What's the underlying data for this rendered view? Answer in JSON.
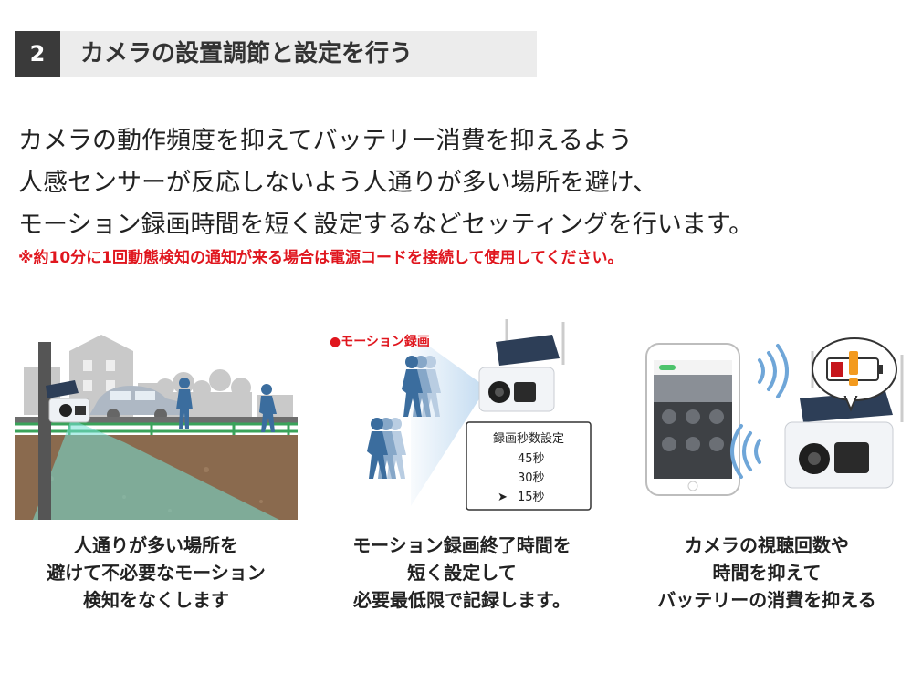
{
  "header": {
    "step_number": "2",
    "title": "カメラの設置調節と設定を行う"
  },
  "intro": {
    "lines": [
      "カメラの動作頻度を抑えてバッテリー消費を抑えるよう",
      "人感センサーが反応しないよう人通りが多い場所を避け、",
      "モーション録画時間を短く設定するなどセッティングを行います。"
    ],
    "note": "※約10分に1回動態検知の通知が来る場合は電源コードを接続して使用してください。"
  },
  "panels": [
    {
      "caption": [
        "人通りが多い場所を",
        "避けて不必要なモーション",
        "検知をなくします"
      ]
    },
    {
      "badge": "●モーション録画",
      "settings_box": {
        "title": "録画秒数設定",
        "options": [
          "45秒",
          "30秒",
          "15秒"
        ],
        "selected_marker": "➤"
      },
      "caption": [
        "モーション録画終了時間を",
        "短く設定して",
        "必要最低限で記録します。"
      ]
    },
    {
      "caption": [
        "カメラの視聴回数や",
        "時間を抑えて",
        "バッテリーの消費を抑える"
      ]
    }
  ],
  "colors": {
    "accent_red": "#e0161e",
    "header_dark": "#3a3a3a",
    "header_bg": "#ececec",
    "figure_blue": "#3b6d9e",
    "ground_brown": "#8a6a4e",
    "fence_green": "#3aa35a"
  },
  "icons": {
    "camera": "solar-camera-icon",
    "phone": "smartphone-icon",
    "battery_alert": "battery-low-alert-icon",
    "wifi": "wireless-signal-icon"
  }
}
